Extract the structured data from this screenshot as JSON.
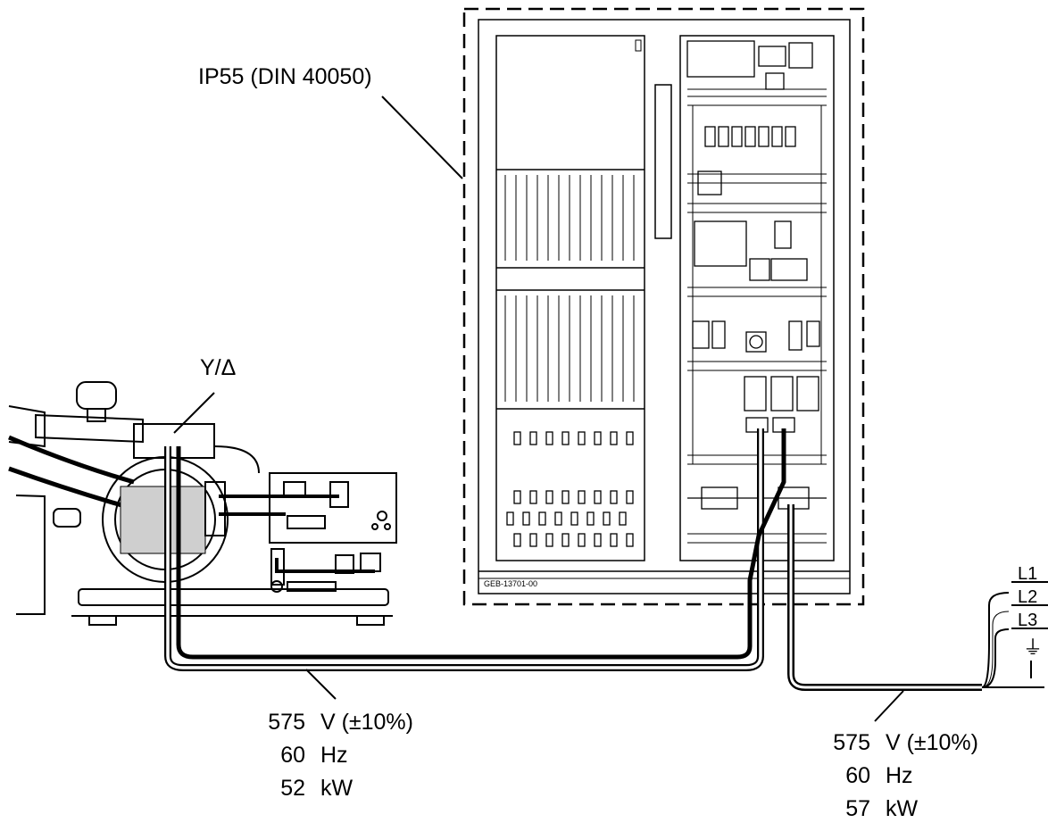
{
  "enclosure_label": "IP55 (DIN 40050)",
  "motor_label": "Y/Δ",
  "cabinet_code": "GEB-13701-00",
  "phases": [
    "L1",
    "L2",
    "L3"
  ],
  "ground_symbol": "⏚",
  "supply_left": {
    "voltage_value": "575",
    "voltage_unit": "V (±10%)",
    "freq_value": "60",
    "freq_unit": "Hz",
    "power_value": "52",
    "power_unit": "kW"
  },
  "supply_right": {
    "voltage_value": "575",
    "voltage_unit": "V (±10%)",
    "freq_value": "60",
    "freq_unit": "Hz",
    "power_value": "57",
    "power_unit": "kW"
  }
}
